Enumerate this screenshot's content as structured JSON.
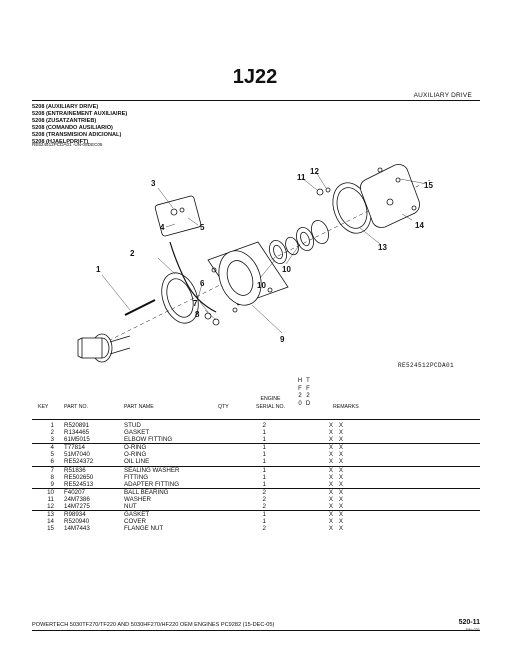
{
  "page": {
    "title": "1J22",
    "section": "AUXILIARY DRIVE"
  },
  "header_lines": [
    "5208 (AUXILIARY DRIVE)",
    "5208 (ENTRAINEMENT AUXILIAIRE)",
    "5208 (ZUSATZANTRIEB)",
    "5208 (COMANDO AUSILIARIO)",
    "5208 (TRANSMISION ADICIONAL)",
    "5208 (HJAELPDRIFT)"
  ],
  "reference": "RE524512PCDA01 -UN-08DEC05",
  "diagram": {
    "code": "RE524512PCDA01",
    "callouts": [
      "1",
      "2",
      "3",
      "4",
      "5",
      "6",
      "7",
      "8",
      "9",
      "10",
      "10",
      "11",
      "12",
      "13",
      "14",
      "15"
    ]
  },
  "engine_codes": [
    {
      "letters": [
        "H",
        "F",
        "2",
        "0"
      ]
    },
    {
      "letters": [
        "T",
        "F",
        "2",
        "D"
      ]
    }
  ],
  "columns": {
    "key": "KEY",
    "part_no": "PART NO.",
    "part_name": "PART NAME",
    "qty": "QTY",
    "engine_serial_top": "ENGINE",
    "engine_serial_bottom": "SERIAL NO.",
    "remarks": "REMARKS"
  },
  "parts": [
    {
      "key": "1",
      "part_no": "R520891",
      "name": "STUD",
      "qty": "2",
      "h": "X",
      "t": "X"
    },
    {
      "key": "2",
      "part_no": "R134465",
      "name": "GASKET",
      "qty": "1",
      "h": "X",
      "t": "X"
    },
    {
      "key": "3",
      "part_no": "61M5015",
      "name": "ELBOW FITTING",
      "qty": "1",
      "h": "X",
      "t": "X"
    },
    {
      "key": "4",
      "part_no": "T77814",
      "name": "O-RING",
      "qty": "1",
      "h": "X",
      "t": "X"
    },
    {
      "key": "5",
      "part_no": "51M7040",
      "name": "O-RING",
      "qty": "1",
      "h": "X",
      "t": "X"
    },
    {
      "key": "6",
      "part_no": "RE524372",
      "name": "OIL LINE",
      "qty": "1",
      "h": "X",
      "t": "X"
    },
    {
      "key": "7",
      "part_no": "R51836",
      "name": "SEALING WASHER",
      "qty": "1",
      "h": "X",
      "t": "X"
    },
    {
      "key": "8",
      "part_no": "RE502650",
      "name": "FITTING",
      "qty": "1",
      "h": "X",
      "t": "X"
    },
    {
      "key": "9",
      "part_no": "RE524513",
      "name": "ADAPTER FITTING",
      "qty": "1",
      "h": "X",
      "t": "X"
    },
    {
      "key": "10",
      "part_no": "F40207",
      "name": "BALL BEARING",
      "qty": "2",
      "h": "X",
      "t": "X"
    },
    {
      "key": "11",
      "part_no": "24M7386",
      "name": "WASHER",
      "qty": "2",
      "h": "X",
      "t": "X"
    },
    {
      "key": "12",
      "part_no": "14M7275",
      "name": "NUT",
      "qty": "2",
      "h": "X",
      "t": "X"
    },
    {
      "key": "13",
      "part_no": "R98934",
      "name": "GASKET",
      "qty": "1",
      "h": "X",
      "t": "X"
    },
    {
      "key": "14",
      "part_no": "R520940",
      "name": "COVER",
      "qty": "1",
      "h": "X",
      "t": "X"
    },
    {
      "key": "15",
      "part_no": "14M7443",
      "name": "FLANGE NUT",
      "qty": "2",
      "h": "X",
      "t": "X"
    }
  ],
  "footer": {
    "text": "POWERTECH 5030TF270/TF220 AND 5030HF270/HF220 OEM ENGINES  PC9282  (15-DEC-05)",
    "page_number": "520-11",
    "page_sub": "PN=231"
  }
}
